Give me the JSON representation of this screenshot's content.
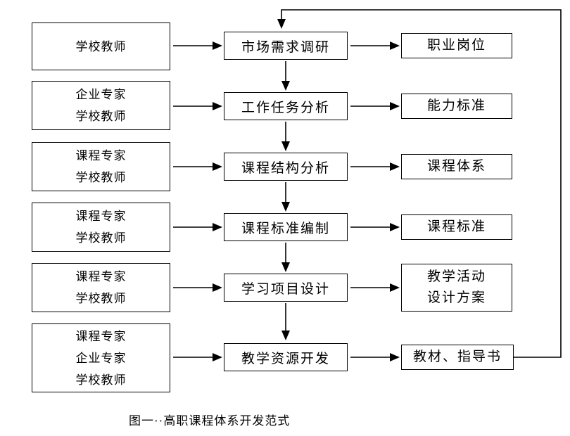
{
  "figure": {
    "caption": "图一··高职课程体系开发范式"
  },
  "flow": {
    "rows": [
      {
        "participants": [
          "学校教师"
        ],
        "step": "市场需求调研",
        "output": [
          "职业岗位"
        ]
      },
      {
        "participants": [
          "企业专家",
          "学校教师"
        ],
        "step": "工作任务分析",
        "output": [
          "能力标准"
        ]
      },
      {
        "participants": [
          "课程专家",
          "学校教师"
        ],
        "step": "课程结构分析",
        "output": [
          "课程体系"
        ]
      },
      {
        "participants": [
          "课程专家",
          "学校教师"
        ],
        "step": "课程标准编制",
        "output": [
          "课程标准"
        ]
      },
      {
        "participants": [
          "课程专家",
          "学校教师"
        ],
        "step": "学习项目设计",
        "output": [
          "教学活动",
          "设计方案"
        ]
      },
      {
        "participants": [
          "课程专家",
          "企业专家",
          "学校教师"
        ],
        "step": "教学资源开发",
        "output": [
          "教材、指导书"
        ]
      }
    ]
  },
  "colors": {
    "line": "#000000",
    "background": "#ffffff"
  }
}
